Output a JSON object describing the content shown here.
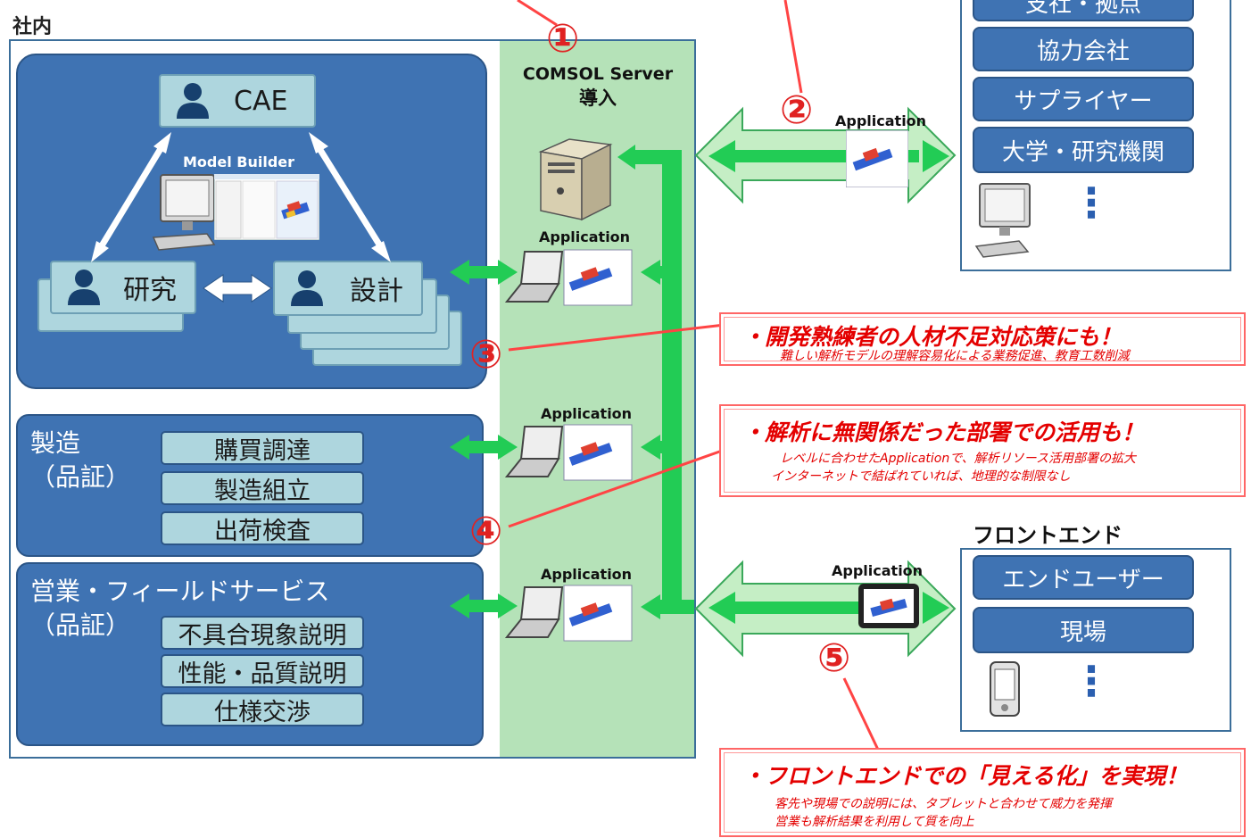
{
  "header": {
    "naibu_title": "社内",
    "frontend_title": "フロントエンド"
  },
  "server": {
    "label_line1": "COMSOL Server",
    "label_line2": "導入",
    "app_label": "Application"
  },
  "cae_group": {
    "cae_label": "CAE",
    "model_builder_label": "Model Builder",
    "research_label": "研究",
    "design_label": "設計"
  },
  "manufacturing": {
    "label_line1": "製造",
    "label_line2": "（品証）",
    "items": [
      "購買調達",
      "製造組立",
      "出荷検査"
    ]
  },
  "sales": {
    "label_line1": "営業・フィールドサービス",
    "label_line2": "（品証）",
    "items": [
      "不具合現象説明",
      "性能・品質説明",
      "仕様交渉"
    ]
  },
  "external_top": {
    "items": [
      "支社・拠点",
      "協力会社",
      "サプライヤー",
      "大学・研究機関"
    ],
    "dots": "⋮"
  },
  "external_bottom": {
    "items": [
      "エンドユーザー",
      "現場"
    ],
    "dots": "⋮"
  },
  "arrows": {
    "app_label_2": "Application",
    "app_label_5": "Application"
  },
  "markers": {
    "m1": "①",
    "m2": "②",
    "m3": "③",
    "m4": "④",
    "m5": "⑤"
  },
  "callouts": {
    "c3_title": "・開発熟練者の人材不足対応策にも！",
    "c3_sub": "難しい解析モデルの理解容易化による業務促進、教育工数削減",
    "c4_title": "・解析に無関係だった部署での活用も！",
    "c4_sub1": "レベルに合わせたApplicationで、解析リソース活用部署の拡大",
    "c4_sub2": "インターネットで結ばれていれば、地理的な制限なし",
    "c5_title": "・フロントエンドでの「見える化」を実現！",
    "c5_sub1": "客先や現場での説明には、タブレットと合わせて威力を発揮",
    "c5_sub2": "営業も解析結果を利用して質を向上"
  },
  "colors": {
    "panel_blue": "#3f73b3",
    "box_cyan": "#aed6de",
    "server_green": "#b5e2b8",
    "arrow_green": "#22cc55",
    "accent_red": "#e40000"
  }
}
